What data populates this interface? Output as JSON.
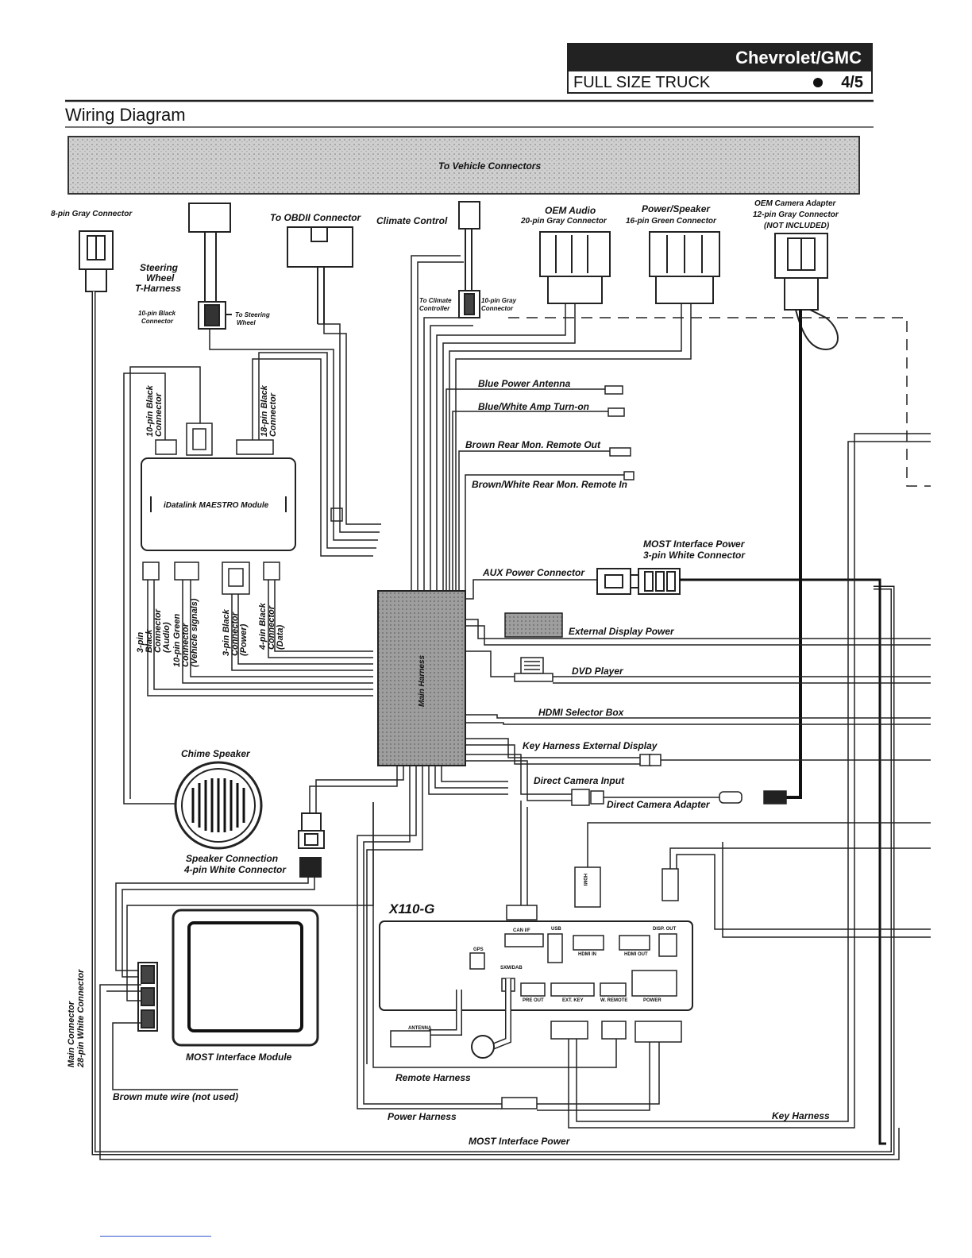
{
  "header": {
    "brand": "Chevrolet/GMC",
    "model": "FULL SIZE TRUCK",
    "page": "4/5"
  },
  "title": "Wiring Diagram",
  "labels": {
    "to_vehicle": "To Vehicle Connectors",
    "gray8": "8-pin Gray Connector",
    "obd": "To OBDII Connector",
    "climate": "Climate Control",
    "oem_audio_1": "OEM Audio",
    "oem_audio_2": "20-pin Gray Connector",
    "power_speaker_1": "Power/Speaker",
    "power_speaker_2": "16-pin Green Connector",
    "cam_adapter_1": "OEM Camera Adapter",
    "cam_adapter_2": "12-pin Gray Connector",
    "cam_adapter_3": "(NOT INCLUDED)",
    "steering_1": "Steering",
    "steering_2": "Wheel",
    "steering_3": "T-Harness",
    "black10_1": "10-pin Black",
    "black10_2": "Connector",
    "to_steering_1": "To Steering",
    "to_steering_2": "Wheel",
    "to_climate_1": "To Climate",
    "to_climate_2": "Controller",
    "gray10_1": "10-pin Gray",
    "gray10_2": "Connector",
    "blue_antenna": "Blue Power Antenna",
    "blue_white": "Blue/White Amp Turn-on",
    "brown_rear": "Brown Rear Mon. Remote Out",
    "brown_white": "Brown/White Rear Mon. Remote In",
    "maestro": "iDatalink MAESTRO Module",
    "v10black": "10-pin Black\nConnector",
    "v18black": "18-pin Black\nConnector",
    "v3pin": "3-pin\nBlack\nConnector\n(Audio)",
    "v10green": "10-pin Green\nConnector\n(Vehicle signals)",
    "v3power": "3-pin Black\nConnector\n(Power)",
    "v4data": "4-pin Black\nConnector\n(Data)",
    "most_power_1": "MOST Interface Power",
    "most_power_2": "3-pin White Connector",
    "aux": "AUX Power Connector",
    "main_harness": "Main Harness",
    "ext_display": "External Display Power",
    "dvd": "DVD Player",
    "hdmi_sel": "HDMI Selector Box",
    "key_ext": "Key Harness External Display",
    "direct_cam": "Direct Camera Input",
    "direct_adapter": "Direct Camera Adapter",
    "chime": "Chime Speaker",
    "spk_conn_1": "Speaker Connection",
    "spk_conn_2": "4-pin White Connector",
    "x110": "X110-G",
    "main_conn": "Main Connector\n28-pin White Connector",
    "most_module": "MOST Interface Module",
    "brown_mute": "Brown mute wire (not used)",
    "remote_harness": "Remote Harness",
    "power_harness": "Power Harness",
    "key_harness": "Key Harness",
    "most_power_bottom": "MOST Interface Power",
    "canif": "CAN I/F",
    "usb": "USB",
    "gps": "GPS",
    "hdmi_in": "HDMI IN",
    "hdmi_out": "HDMI OUT",
    "disp_out": "DISP. OUT",
    "sxm": "SXM/DAB",
    "pre_out": "PRE OUT",
    "ext_key": "EXT. KEY",
    "w_remote": "W. REMOTE",
    "power": "POWER",
    "antenna": "ANTENNA",
    "hdmi_plug": "HDMI"
  }
}
